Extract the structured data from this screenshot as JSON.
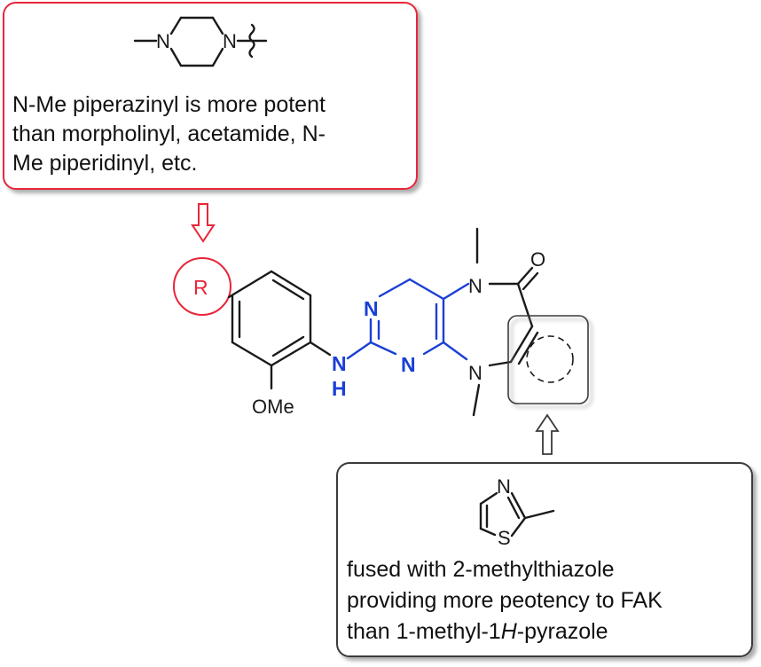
{
  "colors": {
    "highlight": "#e8253a",
    "nitrogen": "#1a3fd6",
    "ink": "#1a1a1a",
    "note_border_red": "#e8253a",
    "note_border_dark": "#3a3a3a"
  },
  "top_note": {
    "structure_atoms": {
      "n_left": "N",
      "n_right": "N"
    },
    "lines": [
      "N-Me piperazinyl is more potent",
      "than morpholinyl, acetamide, N-",
      "Me piperidinyl, etc."
    ]
  },
  "bottom_note": {
    "structure_atoms": {
      "n": "N",
      "s": "S"
    },
    "line1": "fused with 2-methylthiazole",
    "line2": "providing more peotency to FAK",
    "line3_prefix": "than 1-methyl-1",
    "line3_italic": "H",
    "line3_suffix": "-pyrazole"
  },
  "molecule": {
    "r_group": "R",
    "ome": "OMe",
    "n_pyr1": "N",
    "n_pyr2": "N",
    "nh_n": "N",
    "nh_h": "H",
    "n_amide": "N",
    "n_amine": "N",
    "o_carbonyl": "O"
  }
}
